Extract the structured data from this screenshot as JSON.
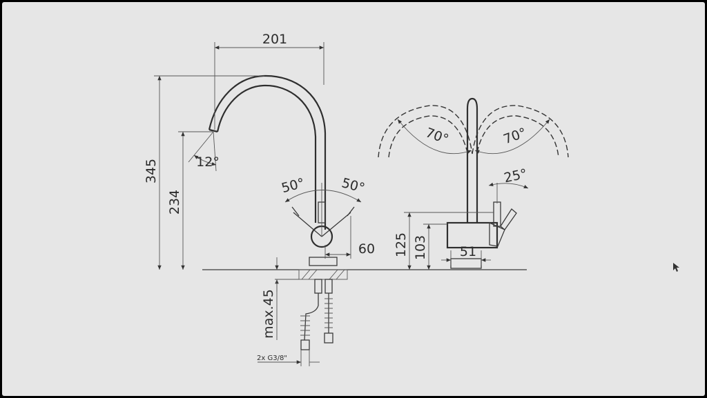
{
  "drawing": {
    "front_view": {
      "dim_width": "201",
      "dim_total_height": "345",
      "dim_spout_height": "234",
      "dim_spout_angle": "12°",
      "dim_lever_left": "50°",
      "dim_lever_right": "50°",
      "dim_base_offset": "60",
      "dim_max_mount": "max.45",
      "dim_connection": "2x G3/8\""
    },
    "side_view": {
      "dim_swivel_left": "70°",
      "dim_swivel_right": "70°",
      "dim_lever_tilt": "25°",
      "dim_body_height": "125",
      "dim_lever_height": "103",
      "dim_base_width": "51"
    }
  }
}
